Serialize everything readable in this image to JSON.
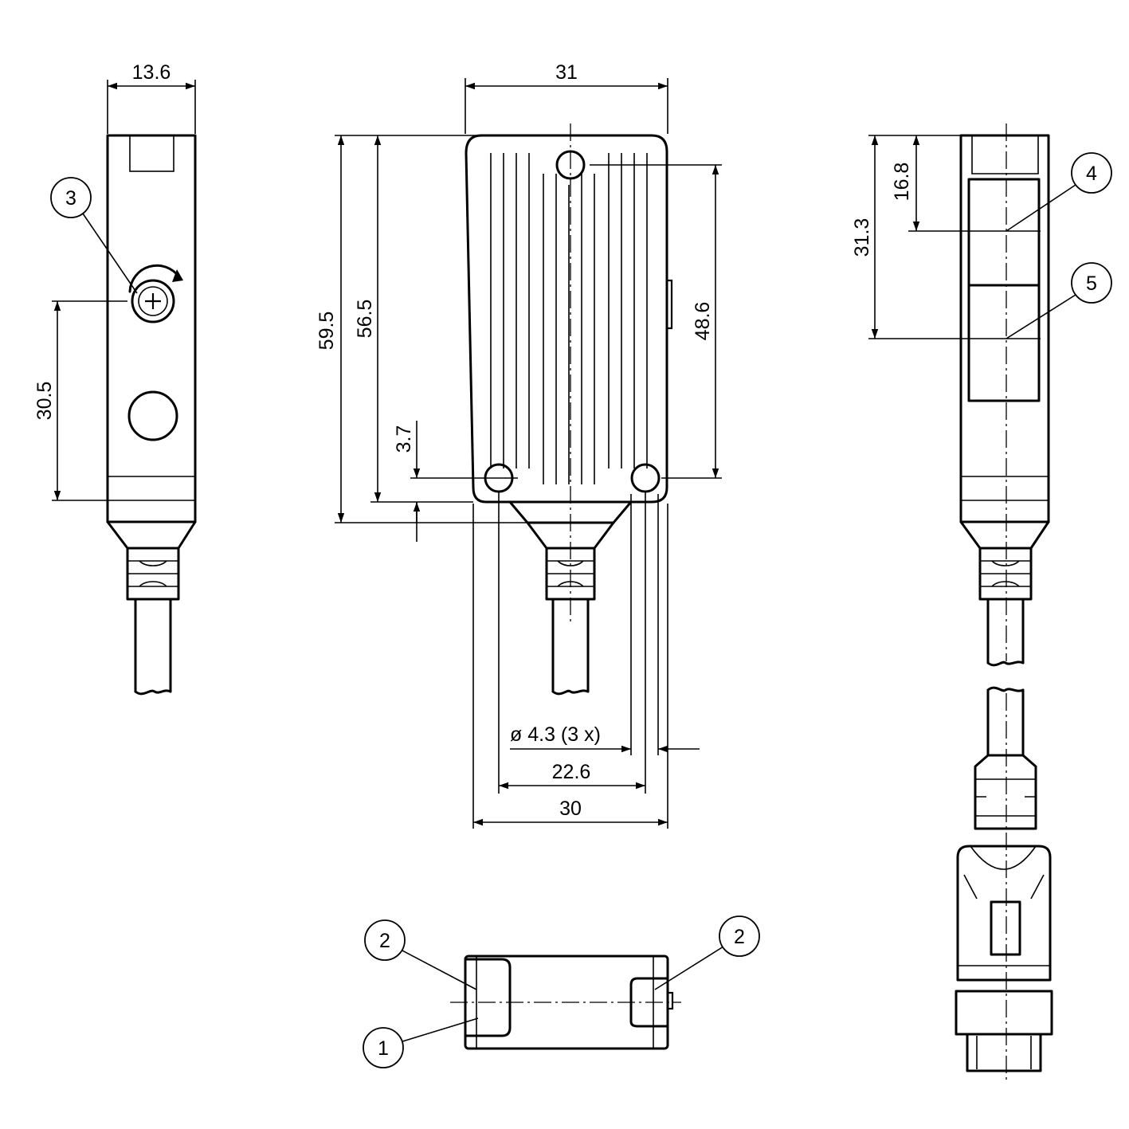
{
  "dimensions": {
    "side_width": "13.6",
    "side_height": "30.5",
    "front_width": "31",
    "front_height_total": "59.5",
    "front_height_body": "56.5",
    "hole_spacing_vertical": "48.6",
    "bottom_offset": "3.7",
    "hole_diameter": "ø 4.3 (3 x)",
    "hole_spacing_horizontal": "22.6",
    "bottom_width": "30",
    "right_lens_center": "16.8",
    "right_lens_bottom": "31.3"
  },
  "callouts": {
    "c1": "1",
    "c2a": "2",
    "c2b": "2",
    "c3": "3",
    "c4": "4",
    "c5": "5"
  }
}
